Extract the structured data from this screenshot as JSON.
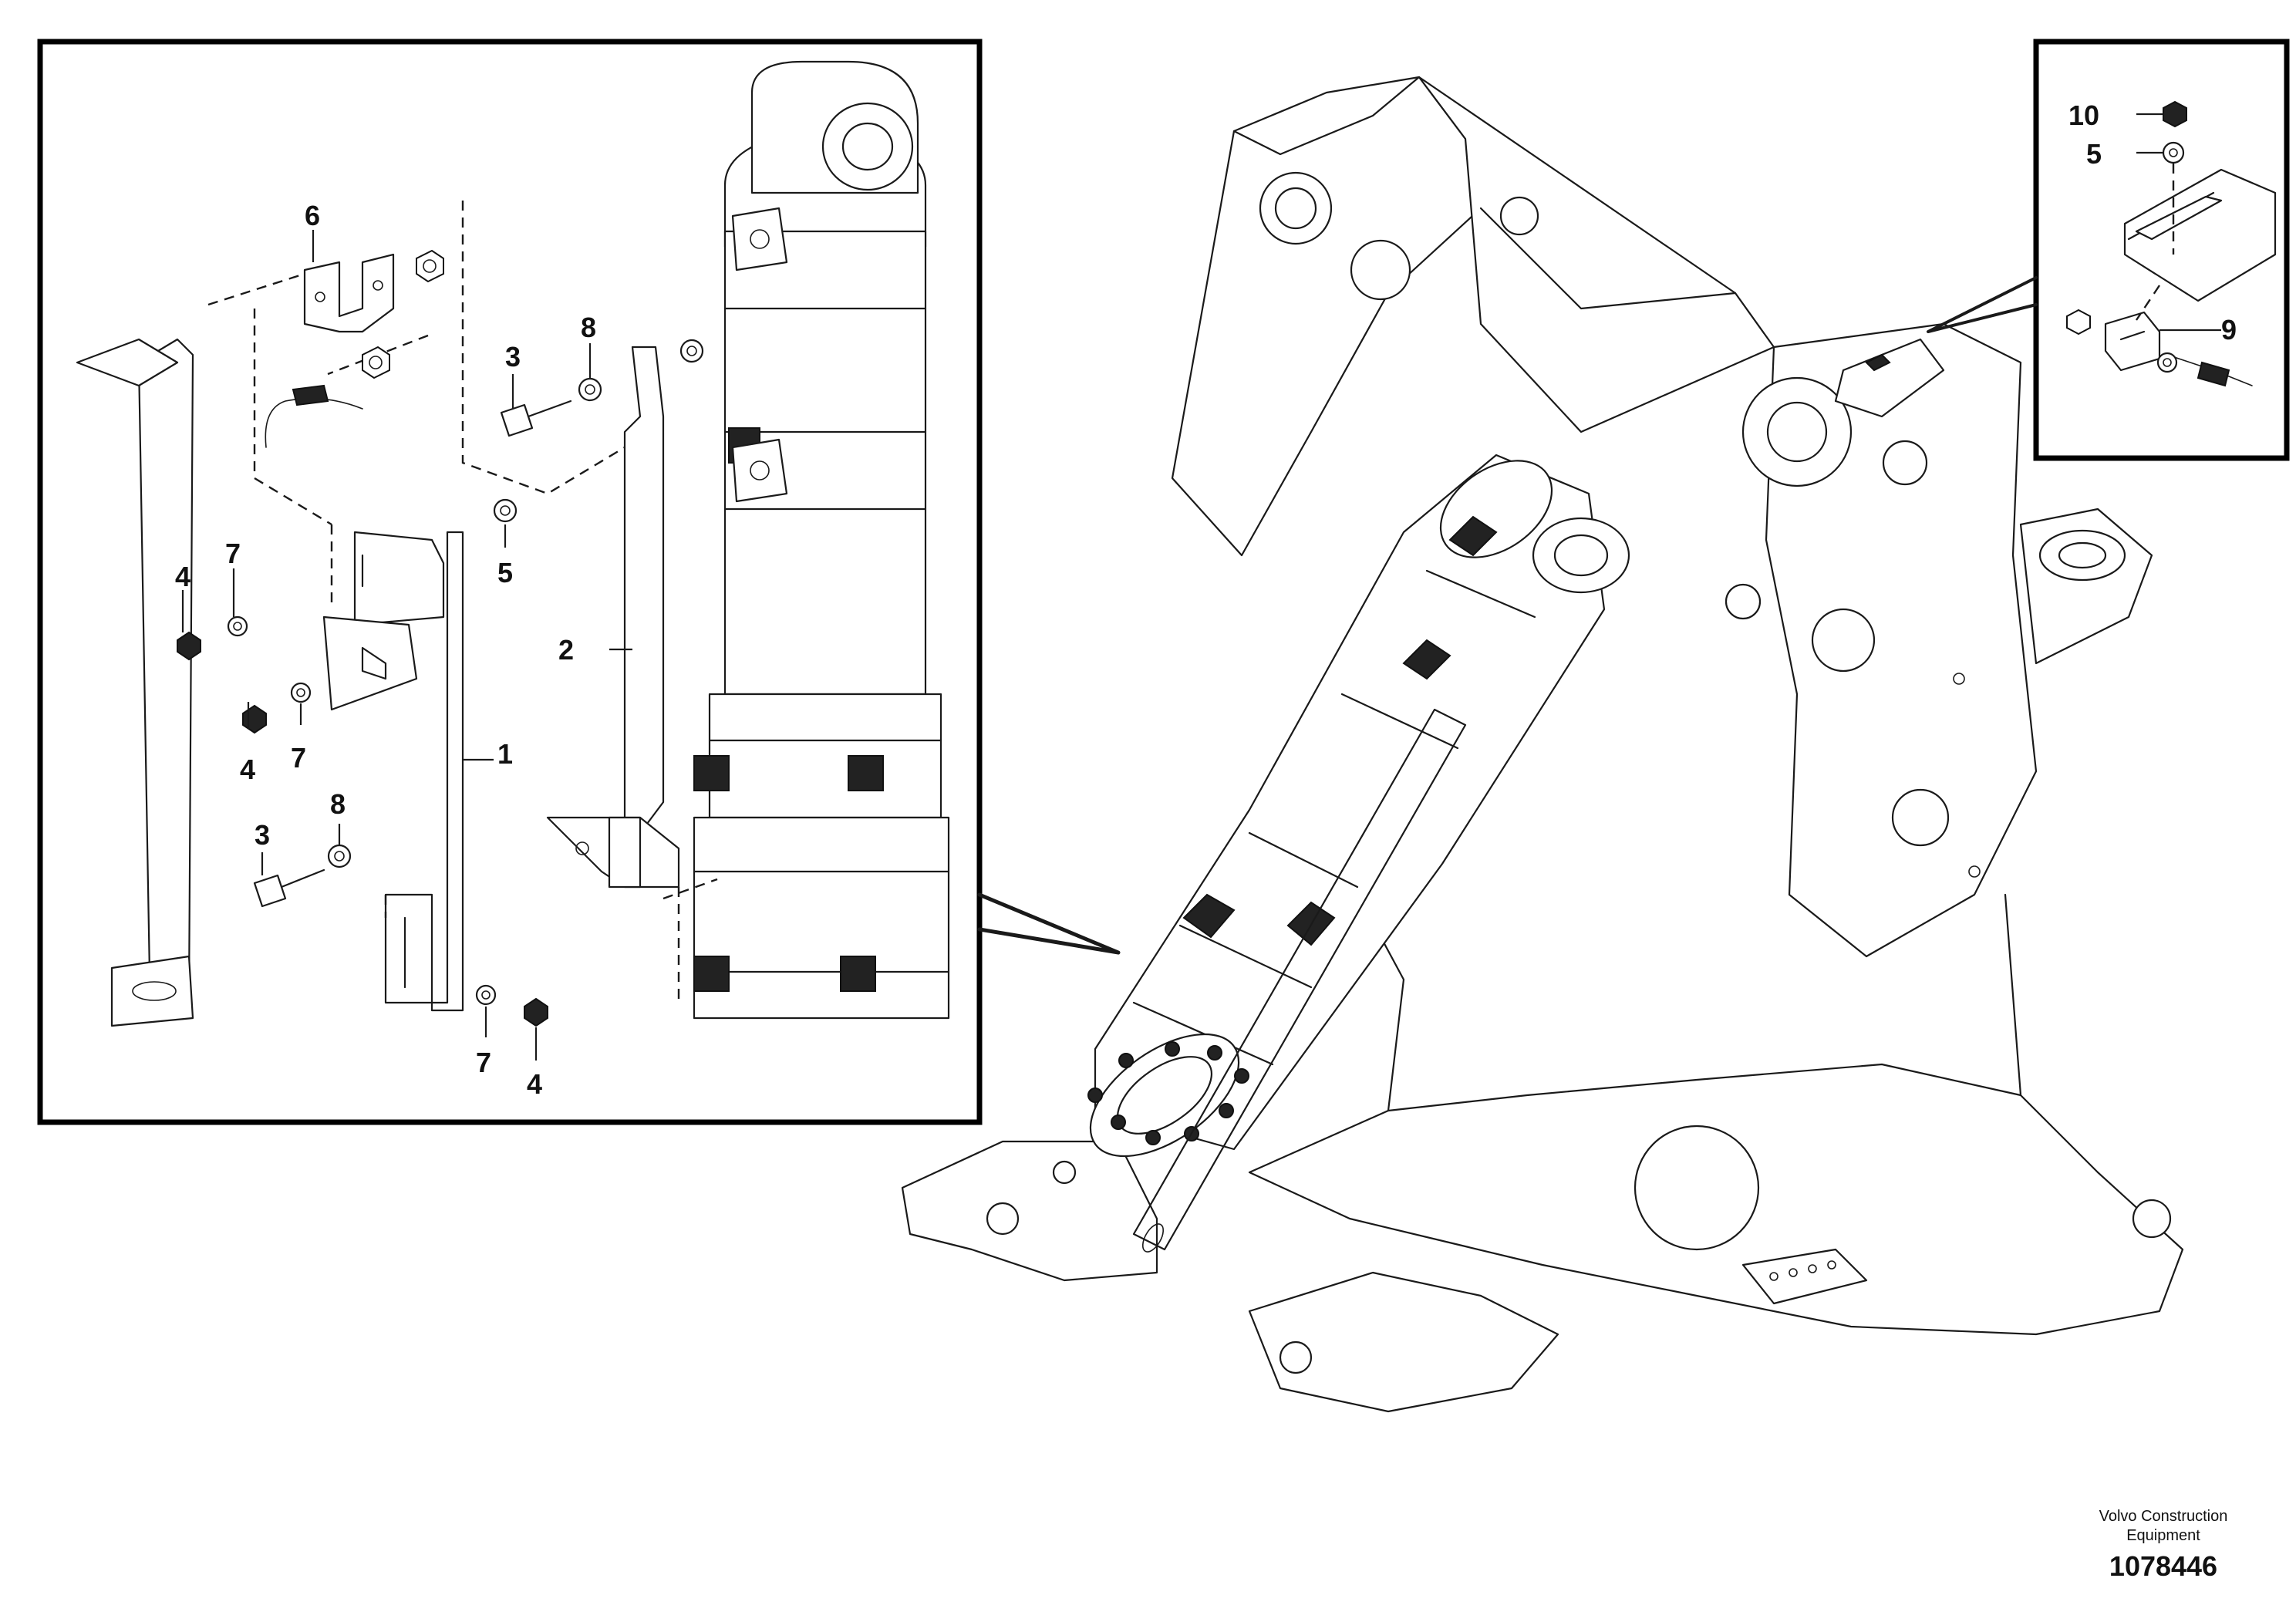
{
  "callouts": {
    "c1": "1",
    "c2": "2",
    "c3a": "3",
    "c3b": "3",
    "c4a": "4",
    "c4b": "4",
    "c4c": "4",
    "c5a": "5",
    "c5b": "5",
    "c6": "6",
    "c7a": "7",
    "c7b": "7",
    "c7c": "7",
    "c8a": "8",
    "c8b": "8",
    "c9": "9",
    "c10": "10"
  },
  "footer": {
    "company_line1": "Volvo Construction",
    "company_line2": "Equipment",
    "part_number": "1078446"
  }
}
